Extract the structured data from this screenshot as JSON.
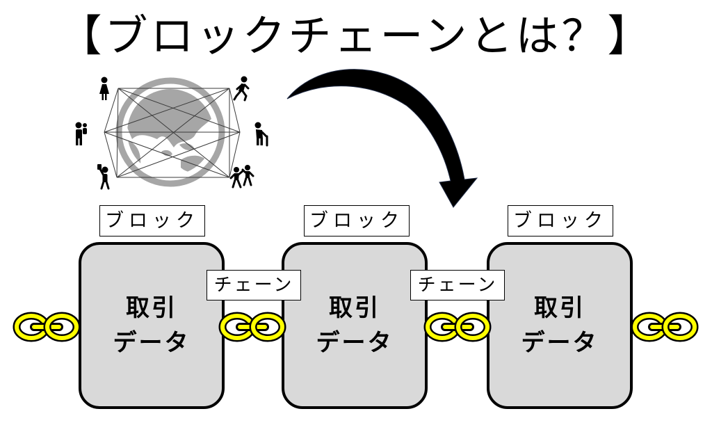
{
  "title": "【ブロックチェーンとは？】",
  "icons": {
    "globe": "globe-asia-icon",
    "arrow": "curved-arrow-icon",
    "chain": "chain-link-icon",
    "people": [
      "woman-icon",
      "running-person-icon",
      "person-with-child-icon",
      "elderly-person-with-cane-icon",
      "person-taking-selfie-icon",
      "dancing-people-icon"
    ]
  },
  "blocks": [
    {
      "header": "ブロック",
      "line1": "取引",
      "line2": "データ"
    },
    {
      "header": "ブロック",
      "line1": "取引",
      "line2": "データ"
    },
    {
      "header": "ブロック",
      "line1": "取引",
      "line2": "データ"
    }
  ],
  "chains": [
    {
      "label": "チェーン"
    },
    {
      "label": "チェーン"
    }
  ],
  "colors": {
    "block_fill": "#d9d9d9",
    "chain": "#ffff00",
    "globe": "#a6a6a6",
    "arrow": "#000000"
  }
}
